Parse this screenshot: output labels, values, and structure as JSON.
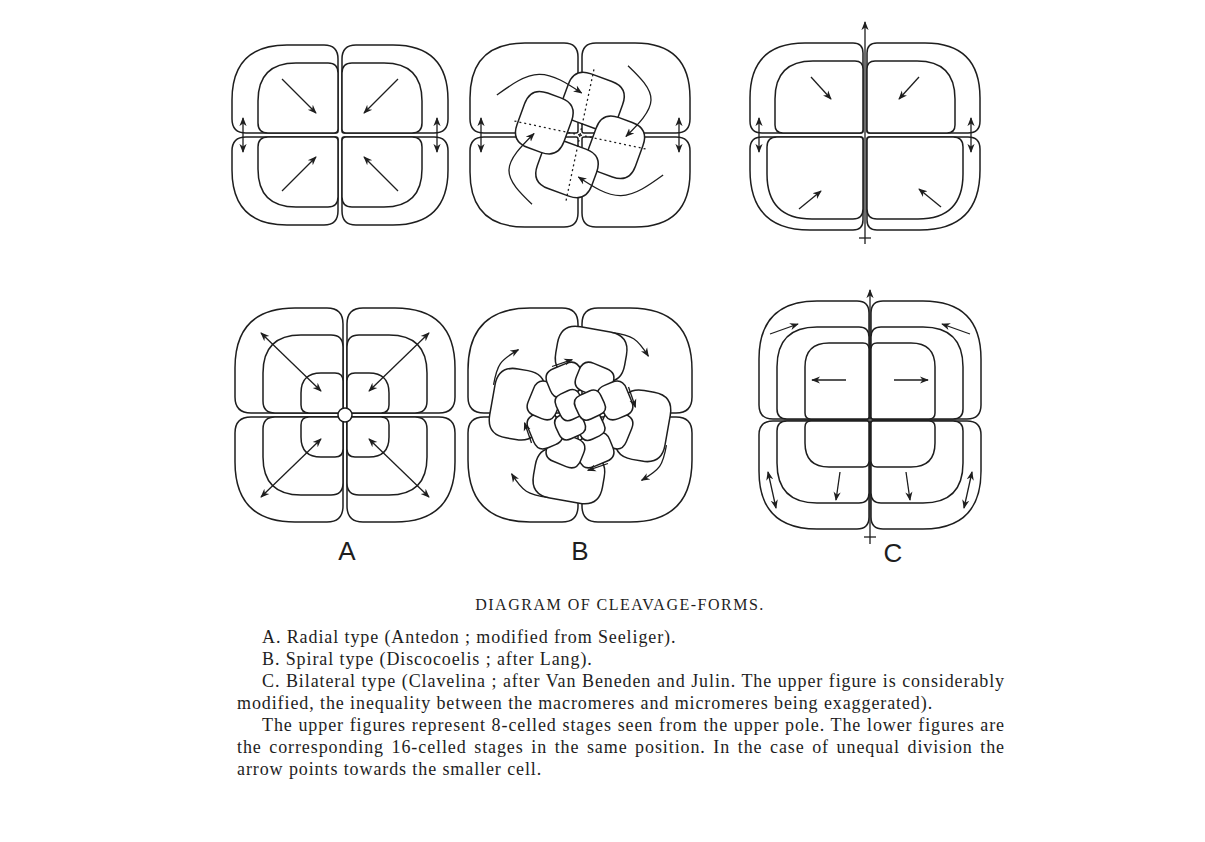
{
  "diagram": {
    "title": "DIAGRAM OF CLEAVAGE-FORMS.",
    "labels": [
      "A",
      "B",
      "C",
      "A. Radial type (Antedon ; modified from Seeliger).",
      "B. Spiral type (Discocoelis ; after Lang).",
      "C. Bilateral type (Clavelina ; after Van Beneden and Julin. The upper figure is considerably modified, the inequality between the macromeres and micromeres being exaggerated).",
      "The upper figures represent 8-celled stages seen from the upper pole. The lower figures are the corresponding 16-celled stages in the same position. In the case of unequal division the arrow points towards the smaller cell."
    ]
  }
}
